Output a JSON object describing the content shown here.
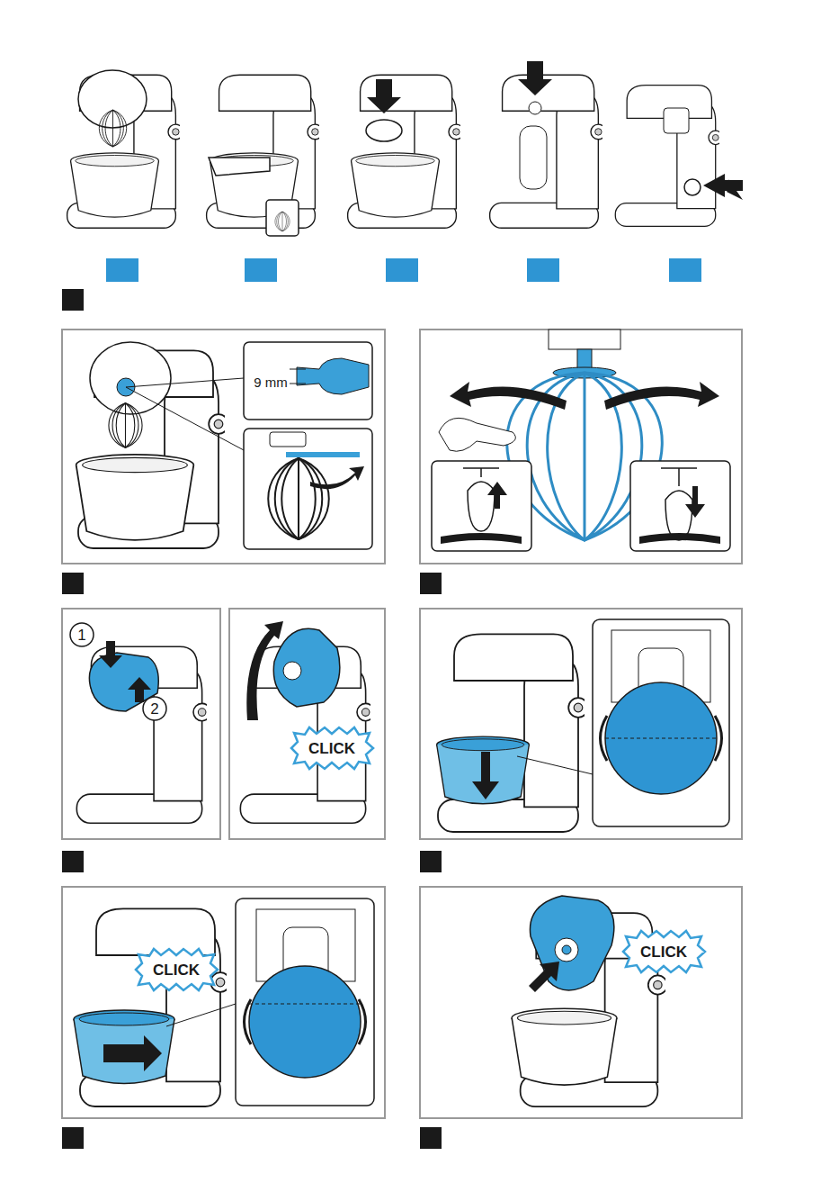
{
  "diagram": {
    "labels": [
      "9 mm",
      "1",
      "2",
      "CLICK",
      "CLICK",
      "CLICK"
    ]
  }
}
